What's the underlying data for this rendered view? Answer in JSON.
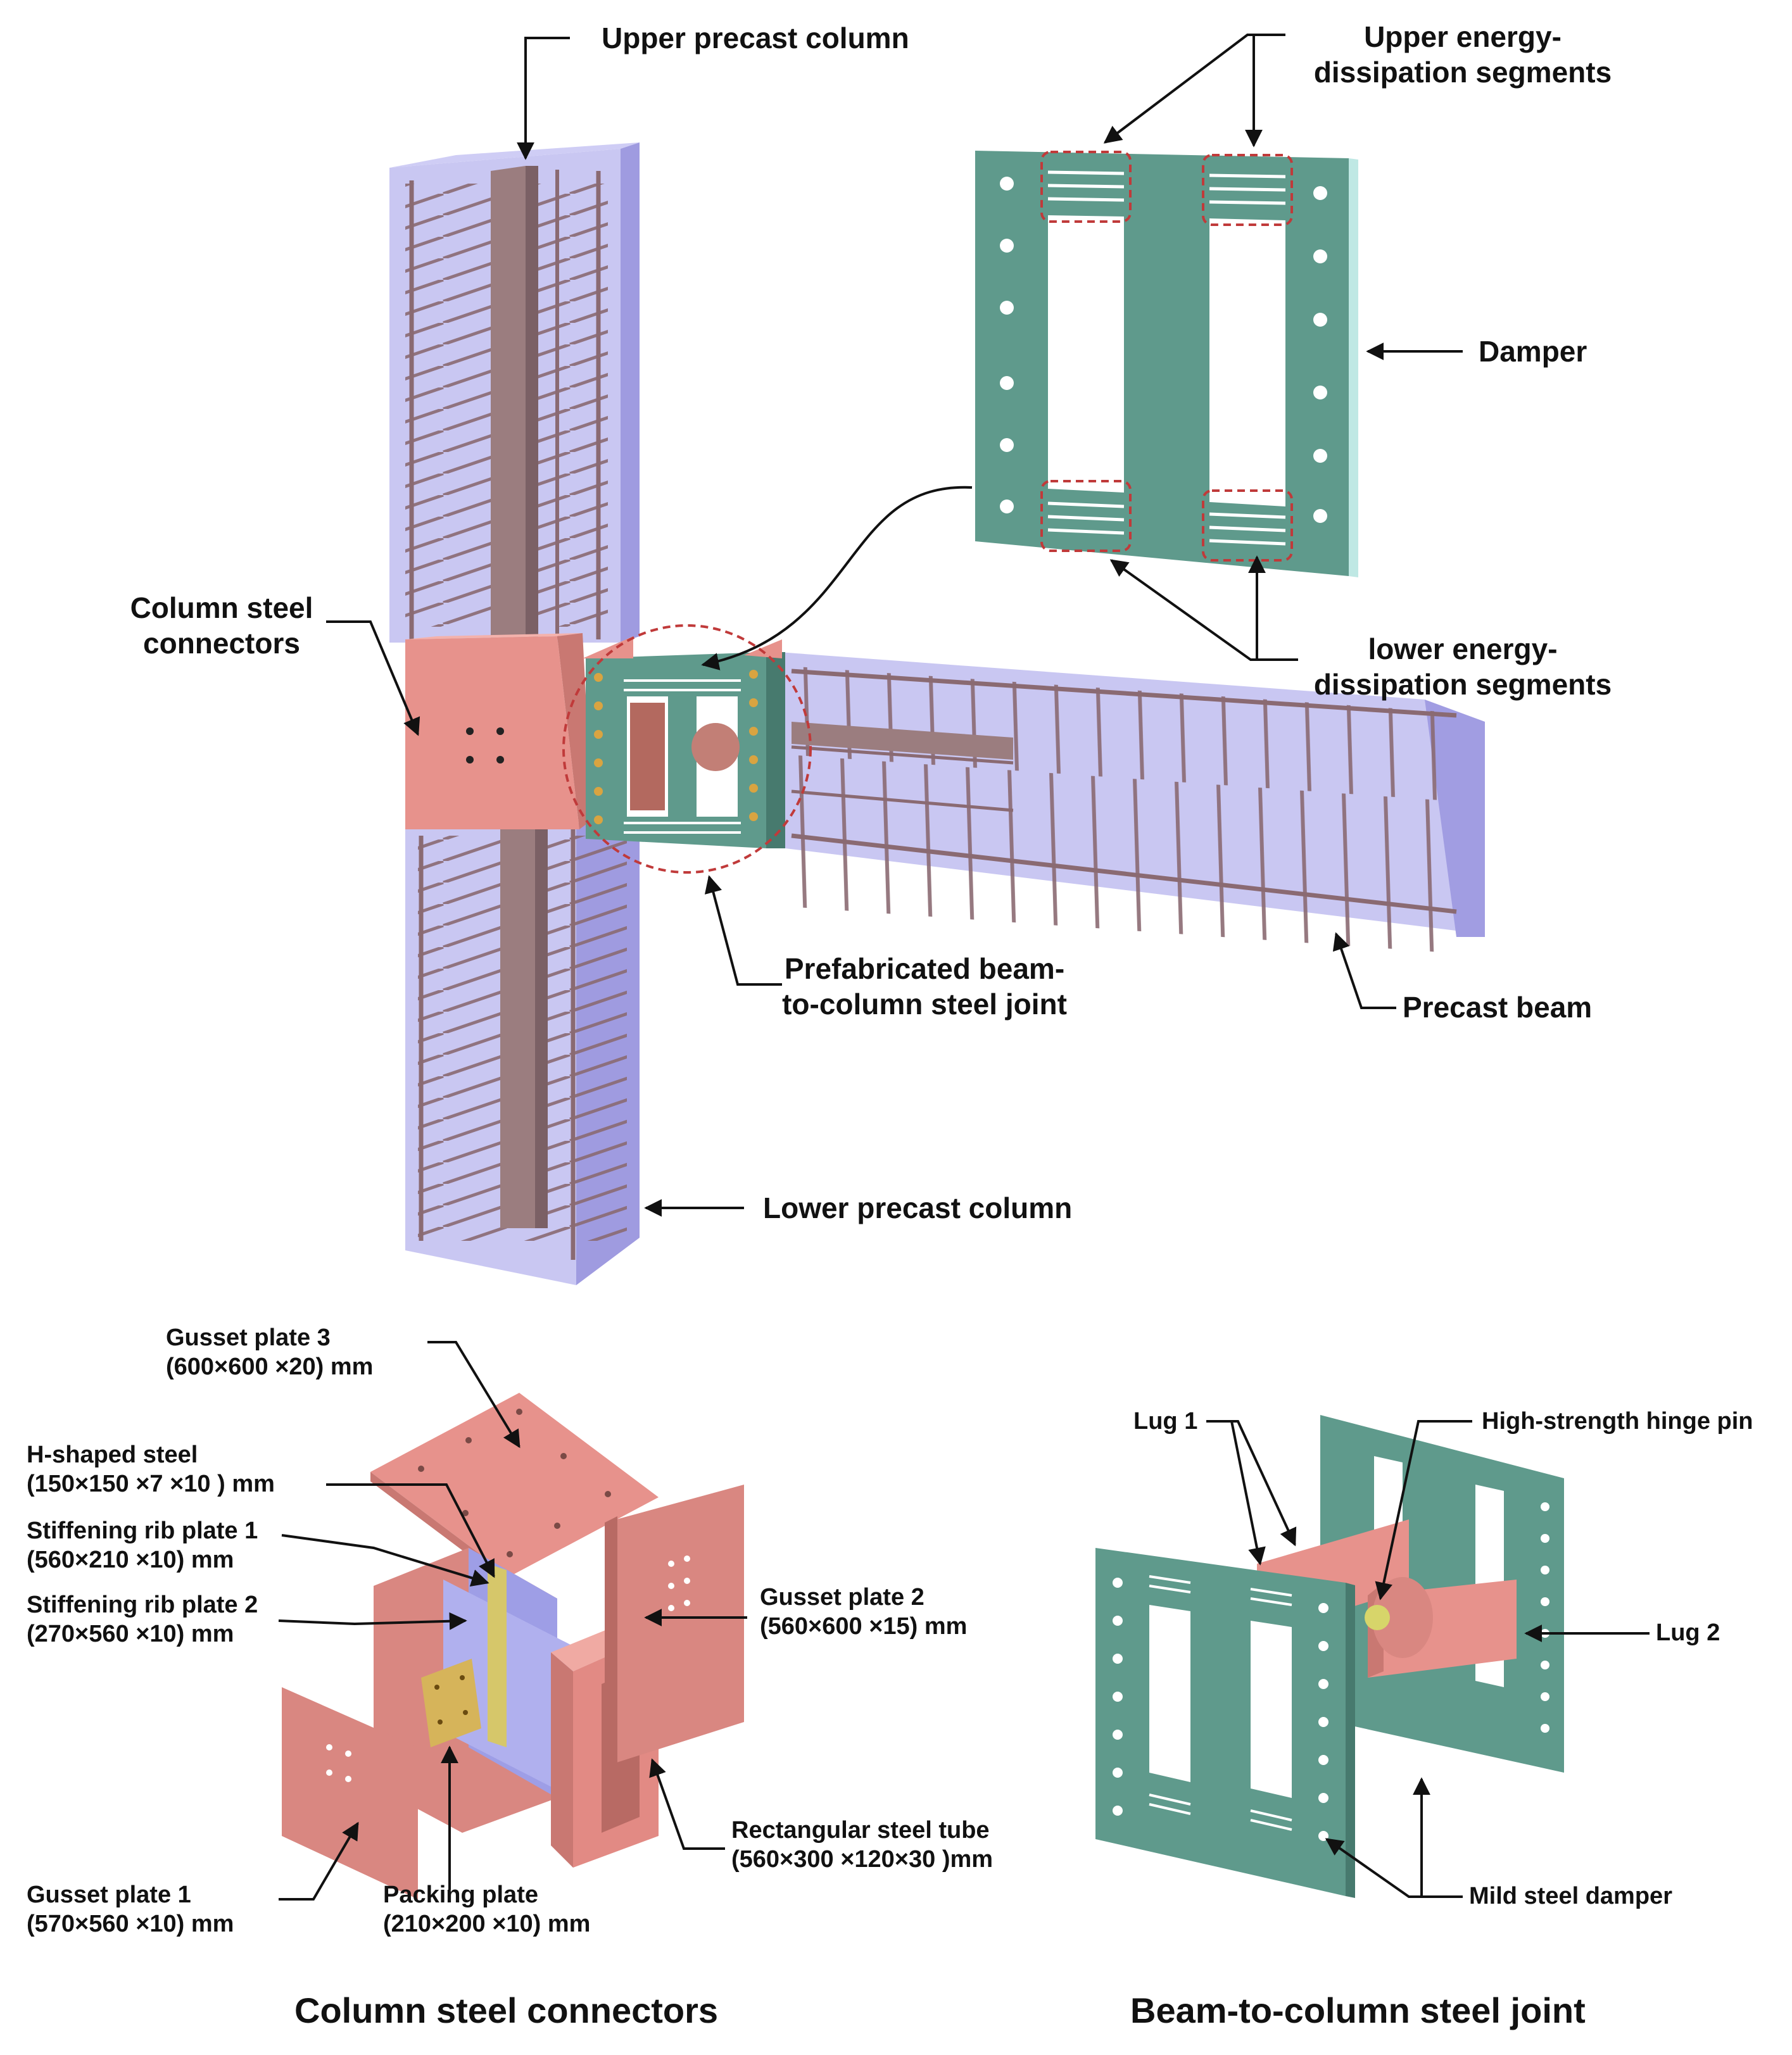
{
  "labels": {
    "upper_precast_column": "Upper precast column",
    "upper_energy_1": "Upper energy-",
    "upper_energy_2": "dissipation segments",
    "damper": "Damper",
    "column_steel_connectors_1": "Column steel",
    "column_steel_connectors_2": "connectors",
    "lower_energy_1": "lower energy-",
    "lower_energy_2": "dissipation segments",
    "prefab_joint_1": "Prefabricated beam-",
    "prefab_joint_2": "to-column steel joint",
    "precast_beam": "Precast beam",
    "lower_precast_column": "Lower precast column",
    "gusset3_1": "Gusset plate 3",
    "gusset3_2": "(600×600 ×20) mm",
    "h_steel_1": "H-shaped steel",
    "h_steel_2": "(150×150 ×7 ×10 ) mm",
    "rib1_1": "Stiffening rib plate 1",
    "rib1_2": "(560×210 ×10) mm",
    "rib2_1": "Stiffening rib plate 2",
    "rib2_2": "(270×560 ×10) mm",
    "gusset2_1": "Gusset plate 2",
    "gusset2_2": "(560×600 ×15) mm",
    "tube_1": "Rectangular steel tube",
    "tube_2": "(560×300 ×120×30 )mm",
    "gusset1_1": "Gusset plate 1",
    "gusset1_2": "(570×560 ×10) mm",
    "packing_1": "Packing plate",
    "packing_2": "(210×200 ×10) mm",
    "lug1": "Lug 1",
    "hinge_pin": "High-strength hinge pin",
    "lug2": "Lug 2",
    "mild_damper": "Mild steel damper"
  },
  "titles": {
    "left": "Column steel connectors",
    "right": "Beam-to-column steel joint"
  },
  "colors": {
    "concrete": "#b7b4ee",
    "rebar": "#8a6a72",
    "connector": "#e7928c",
    "damper_plate": "#5f9a8c",
    "stiffener": "#9e9ee6",
    "packing": "#d6b45a",
    "pin": "#d7d56a"
  }
}
